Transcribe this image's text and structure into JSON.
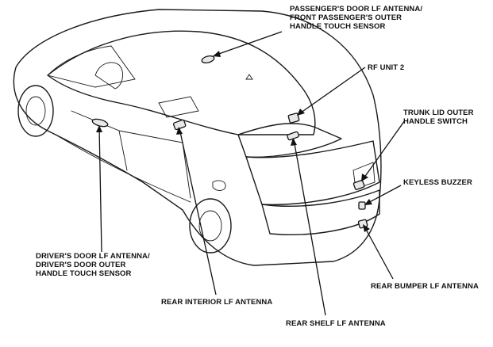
{
  "labels": {
    "passenger_antenna": [
      "PASSENGER'S DOOR LF ANTENNA/",
      "FRONT PASSENGER'S OUTER",
      "HANDLE TOUCH SENSOR"
    ],
    "rf_unit": [
      "RF UNIT 2"
    ],
    "trunk_switch": [
      "TRUNK LID OUTER",
      "HANDLE SWITCH"
    ],
    "keyless_buzzer": [
      "KEYLESS BUZZER"
    ],
    "driver_antenna": [
      "DRIVER'S DOOR LF ANTENNA/",
      "DRIVER'S DOOR OUTER",
      "HANDLE TOUCH SENSOR"
    ],
    "rear_interior": [
      "REAR INTERIOR LF ANTENNA"
    ],
    "rear_bumper": [
      "REAR BUMPER LF ANTENNA"
    ],
    "rear_shelf": [
      "REAR SHELF LF ANTENNA"
    ]
  }
}
